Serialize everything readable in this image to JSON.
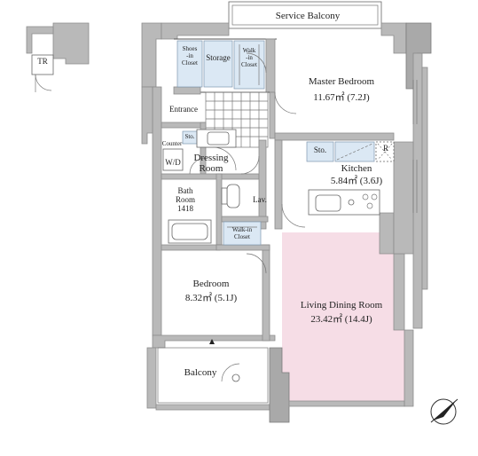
{
  "rooms": {
    "service_balcony": "Service Balcony",
    "tr": "TR",
    "shoes_closet": [
      "Shoes",
      "-in",
      "Closet"
    ],
    "storage": "Storage",
    "walk_in_closet_1": [
      "Walk",
      "-in",
      "Closet"
    ],
    "master_bedroom": {
      "name": "Master Bedroom",
      "area": "11.67㎡ (7.2J)"
    },
    "entrance": "Entrance",
    "sto_1": "Sto.",
    "counter": "Counter",
    "wd": "W/D",
    "dressing_room": [
      "Dressing",
      "Room"
    ],
    "sto_2": "Sto.",
    "fridge": "R",
    "kitchen": {
      "name": "Kitchen",
      "area": "5.84㎡ (3.6J)"
    },
    "bath_room": [
      "Bath",
      "Room",
      "1418"
    ],
    "lav": "Lav.",
    "walk_in_closet_2": [
      "Walk-in",
      "Closet"
    ],
    "bedroom": {
      "name": "Bedroom",
      "area": "8.32㎡ (5.1J)"
    },
    "living_dining_room": {
      "name": "Living Dining Room",
      "area": "23.42㎡ (14.4J)"
    },
    "balcony": "Balcony"
  },
  "colors": {
    "wall": "#b9b9b9",
    "closet": "#dbe8f4",
    "living_dining": "#f6dde6"
  },
  "icons": {
    "compass": "north-arrow-icon",
    "entry": "entry-triangle-icon"
  }
}
